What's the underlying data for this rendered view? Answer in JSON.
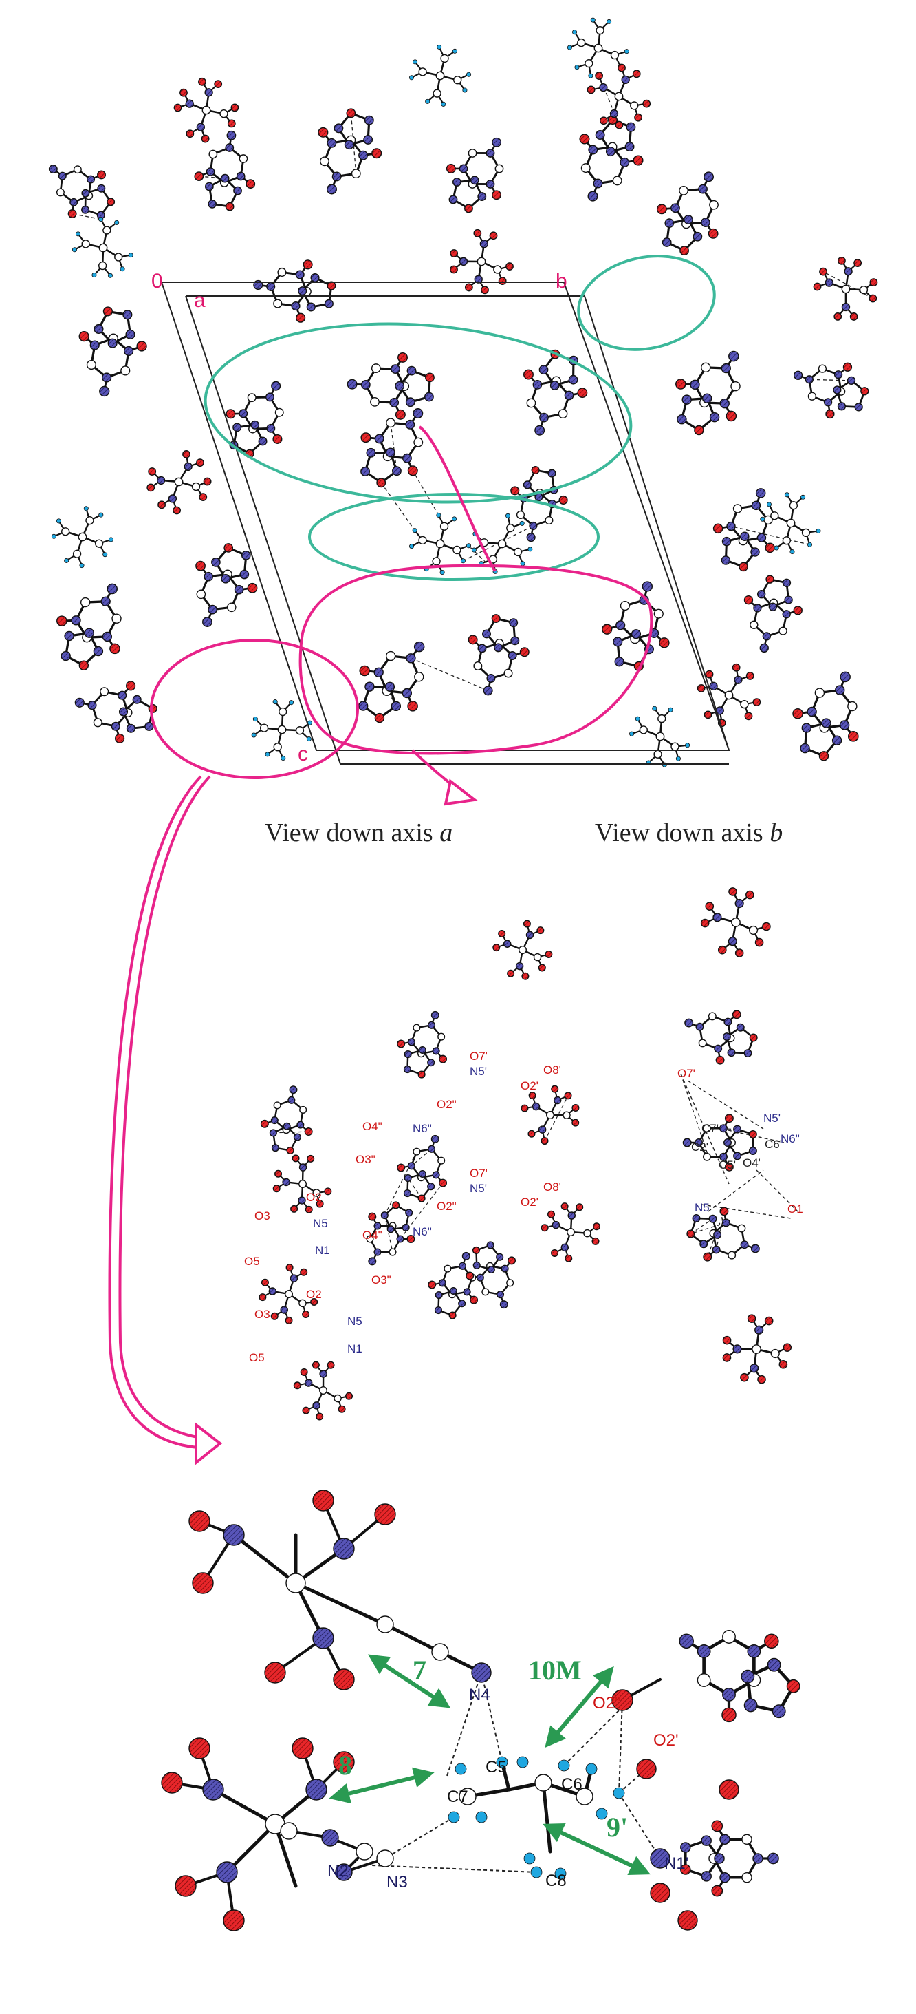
{
  "captions": {
    "view_a": "View down axis ",
    "view_a_axis": "a",
    "view_b": "View down axis ",
    "view_b_axis": "b"
  },
  "cell_axes": {
    "origin": "0",
    "a": "a",
    "b": "b",
    "c": "c"
  },
  "colors": {
    "oxygen": "#e8262a",
    "nitrogen": "#4a47a8",
    "hydrogen": "#1fa7e0",
    "carbon": "#ffffff",
    "highlight_green": "#3cb89a",
    "highlight_pink": "#e8238a",
    "arrow_green": "#2a9a52"
  },
  "panel_a_labels": {
    "o7p": "O7'",
    "n5p": "N5'",
    "o8p": "O8'",
    "o2p": "O2'",
    "o2pp": "O2\"",
    "o4pp": "O4\"",
    "n6pp": "N6\"",
    "o3pp": "O3\"",
    "o2": "O2",
    "o3": "O3",
    "n5": "N5",
    "o5": "O5",
    "n1": "N1",
    "o7pb": "O7'",
    "n5pb": "N5'",
    "o8pb": "O8'",
    "o2pb": "O2'",
    "o2ppb": "O2\"",
    "o4ppb": "O4\"",
    "n6ppb": "N6\"",
    "o3ppb": "O3\"",
    "o2b": "O2",
    "o3b": "O3",
    "n5b": "N5",
    "o5b": "O5",
    "n1b": "N1"
  },
  "panel_b_labels": {
    "o7p": "O7'",
    "n5p": "N5'",
    "c7": "C7'",
    "c2": "C2'",
    "c5": "C5'",
    "c6": "C6'",
    "o4": "O4'",
    "n6pp": "N6\"",
    "n5": "N5",
    "o1": "O1"
  },
  "detail_labels": {
    "n4": "N4",
    "c5": "C5",
    "c6": "C6",
    "c7": "C7",
    "c8": "C8",
    "n2": "N2",
    "n3": "N3",
    "n1p": "N1'",
    "o2pp": "O2\"",
    "o2p": "O2'"
  },
  "ring_motifs": {
    "r7": "7",
    "r8": "8",
    "r10m": "10M",
    "r9p": "9'"
  }
}
